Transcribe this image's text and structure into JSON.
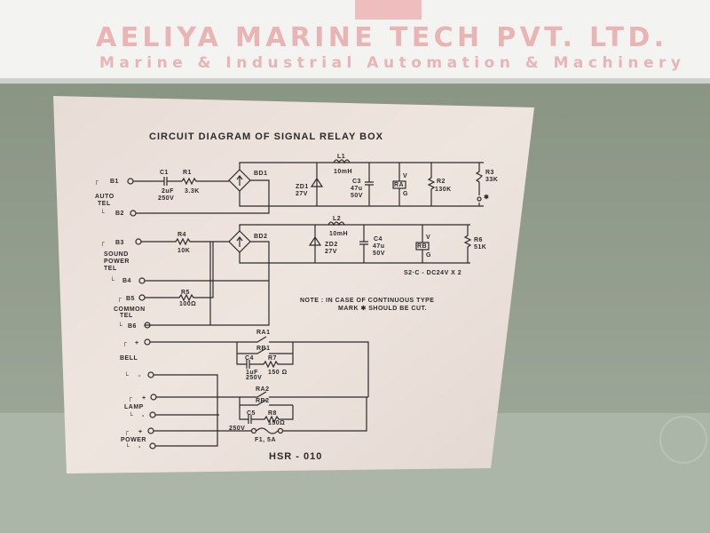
{
  "watermark": {
    "company": "AELIYA MARINE TECH PVT. LTD.",
    "tagline": "Marine & Industrial Automation & Machinery"
  },
  "colors": {
    "wall": "#8f9a8c",
    "wall_lower": "#aab4a6",
    "paper": "#ece1db",
    "ink": "#2d2a2a",
    "watermark": "#e6a0a0"
  },
  "diagram": {
    "title": "CIRCUIT DIAGRAM OF SIGNAL RELAY BOX",
    "model": "HSR - 010",
    "note_line1": "NOTE  :  IN CASE OF  CONTINUOUS TYPE",
    "note_line2": "MARK  ✱  SHOULD BE CUT.",
    "relay_spec": "S2·C - DC24V X 2",
    "terminals": {
      "b1": "B1",
      "b2": "B2",
      "b3": "B3",
      "b4": "B4",
      "b5": "B5",
      "b6": "B6",
      "plus": "+",
      "minus": "-"
    },
    "groups": {
      "auto_tel": [
        "AUTO",
        "TEL"
      ],
      "sound_power_tel": [
        "SOUND",
        "POWER",
        "TEL"
      ],
      "common_tel": [
        "COMMON",
        "TEL"
      ],
      "bell": "BELL",
      "lamp": "LAMP",
      "power": "POWER"
    },
    "components": {
      "c1": {
        "name": "C1",
        "v1": "2uF",
        "v2": "250V"
      },
      "r1": {
        "name": "R1",
        "v1": "3.3K"
      },
      "bd1": {
        "name": "BD1"
      },
      "bd2": {
        "name": "BD2"
      },
      "l1": {
        "name": "L1",
        "v1": "10mH"
      },
      "l2": {
        "name": "L2",
        "v1": "10mH"
      },
      "zd1": {
        "name": "ZD1",
        "v1": "27V"
      },
      "zd2": {
        "name": "ZD2",
        "v1": "27V"
      },
      "c3": {
        "name": "C3",
        "v1": "47u",
        "v2": "50V"
      },
      "c4a": {
        "name": "C4",
        "v1": "47u",
        "v2": "50V"
      },
      "ra": {
        "name": "RA",
        "v": "V",
        "g": "G"
      },
      "rb": {
        "name": "RB",
        "v": "V",
        "g": "G"
      },
      "r2": {
        "name": "R2",
        "v1": "130K"
      },
      "r3": {
        "name": "R3",
        "v1": "33K",
        "mark": "✱"
      },
      "r4": {
        "name": "R4",
        "v1": "10K"
      },
      "r5": {
        "name": "R5",
        "v1": "100Ω"
      },
      "r6": {
        "name": "R6",
        "v1": "51K"
      },
      "ra1": {
        "name": "RA1"
      },
      "rb1": {
        "name": "RB1"
      },
      "ra2": {
        "name": "RA2"
      },
      "rb2": {
        "name": "RB2"
      },
      "c4b": {
        "name": "C4",
        "v1": "1uF",
        "v2": "250V"
      },
      "r7": {
        "name": "R7",
        "v1": "150 Ω"
      },
      "c5": {
        "name": "C5",
        "v1": "250V"
      },
      "r8": {
        "name": "R8",
        "v1": "150Ω"
      },
      "f1": {
        "name": "F1, 5A"
      }
    }
  }
}
